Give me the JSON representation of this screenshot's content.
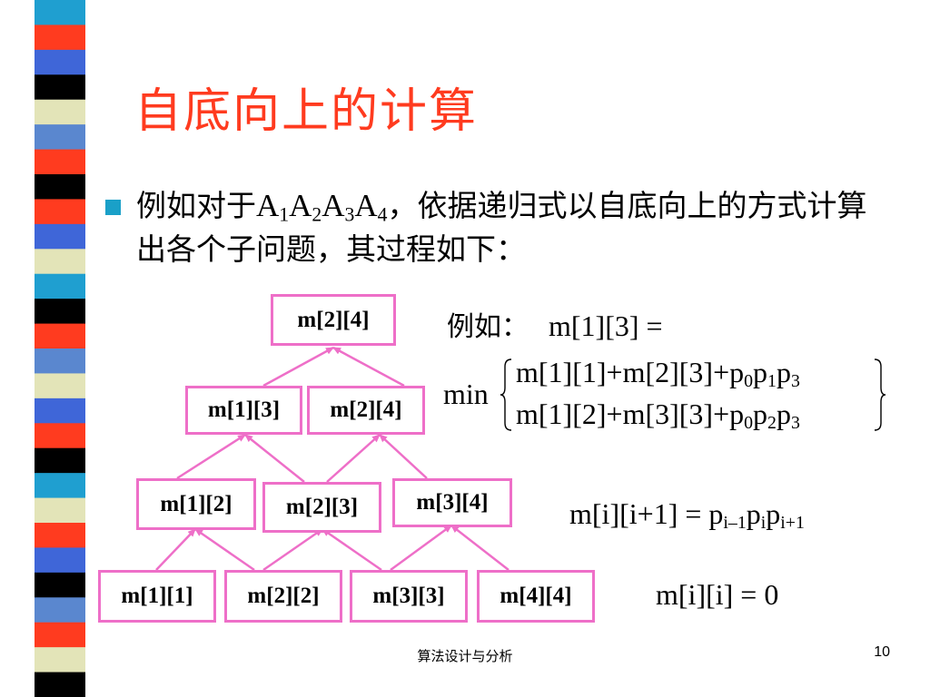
{
  "slide": {
    "title": "自底向上的计算",
    "bullet": {
      "prefix": "例如对于",
      "matrices": [
        {
          "base": "A",
          "sub": "1"
        },
        {
          "base": "A",
          "sub": "2"
        },
        {
          "base": "A",
          "sub": "3"
        },
        {
          "base": "A",
          "sub": "4"
        }
      ],
      "suffix": "，依据递归式以自底向上的方式计算出各个子问题，其过程如下："
    },
    "stripe_colors": [
      "#1f9fd0",
      "#ff3b1f",
      "#3f66d8",
      "#000000",
      "#e3e4b8",
      "#5a87cf",
      "#ff3b1f",
      "#000000",
      "#ff3b1f",
      "#3f66d8",
      "#e3e4b8",
      "#1f9fd0",
      "#000000",
      "#ff3b1f",
      "#5a87cf",
      "#e3e4b8",
      "#3f66d8",
      "#ff3b1f",
      "#000000",
      "#1f9fd0",
      "#e3e4b8",
      "#ff3b1f",
      "#3f66d8",
      "#000000",
      "#5a87cf",
      "#ff3b1f",
      "#e3e4b8",
      "#000000"
    ],
    "node_border_color": "#ee6fc8",
    "title_color": "#ff3b1f"
  },
  "diagram": {
    "nodes": {
      "n11": "m[1][1]",
      "n22": "m[2][2]",
      "n33": "m[3][3]",
      "n44": "m[4][4]",
      "n12": "m[1][2]",
      "n23": "m[2][3]",
      "n34": "m[3][4]",
      "n13": "m[1][3]",
      "n24a": "m[2][4]",
      "n24": "m[2][4]"
    }
  },
  "formulas": {
    "example_prefix": "例如：",
    "example_lhs": "m[1][3] =",
    "min_label": "min",
    "option1": {
      "main": "m[1][1]+m[2][3]+p",
      "s1": "0",
      "p2": "p",
      "s2": "1",
      "p3": "p",
      "s3": "3"
    },
    "option2": {
      "main": "m[1][2]+m[3][3]+p",
      "s1": "0",
      "p2": "p",
      "s2": "2",
      "p3": "p",
      "s3": "3"
    },
    "recurrence": {
      "lhs": "m[i][i+1] = p",
      "s1": "i–1",
      "p2": "p",
      "s2": "i",
      "p3": "p",
      "s3": "i+1"
    },
    "base_case": "m[i][i] = 0"
  },
  "footer": {
    "center": "算法设计与分析",
    "page": "10"
  }
}
